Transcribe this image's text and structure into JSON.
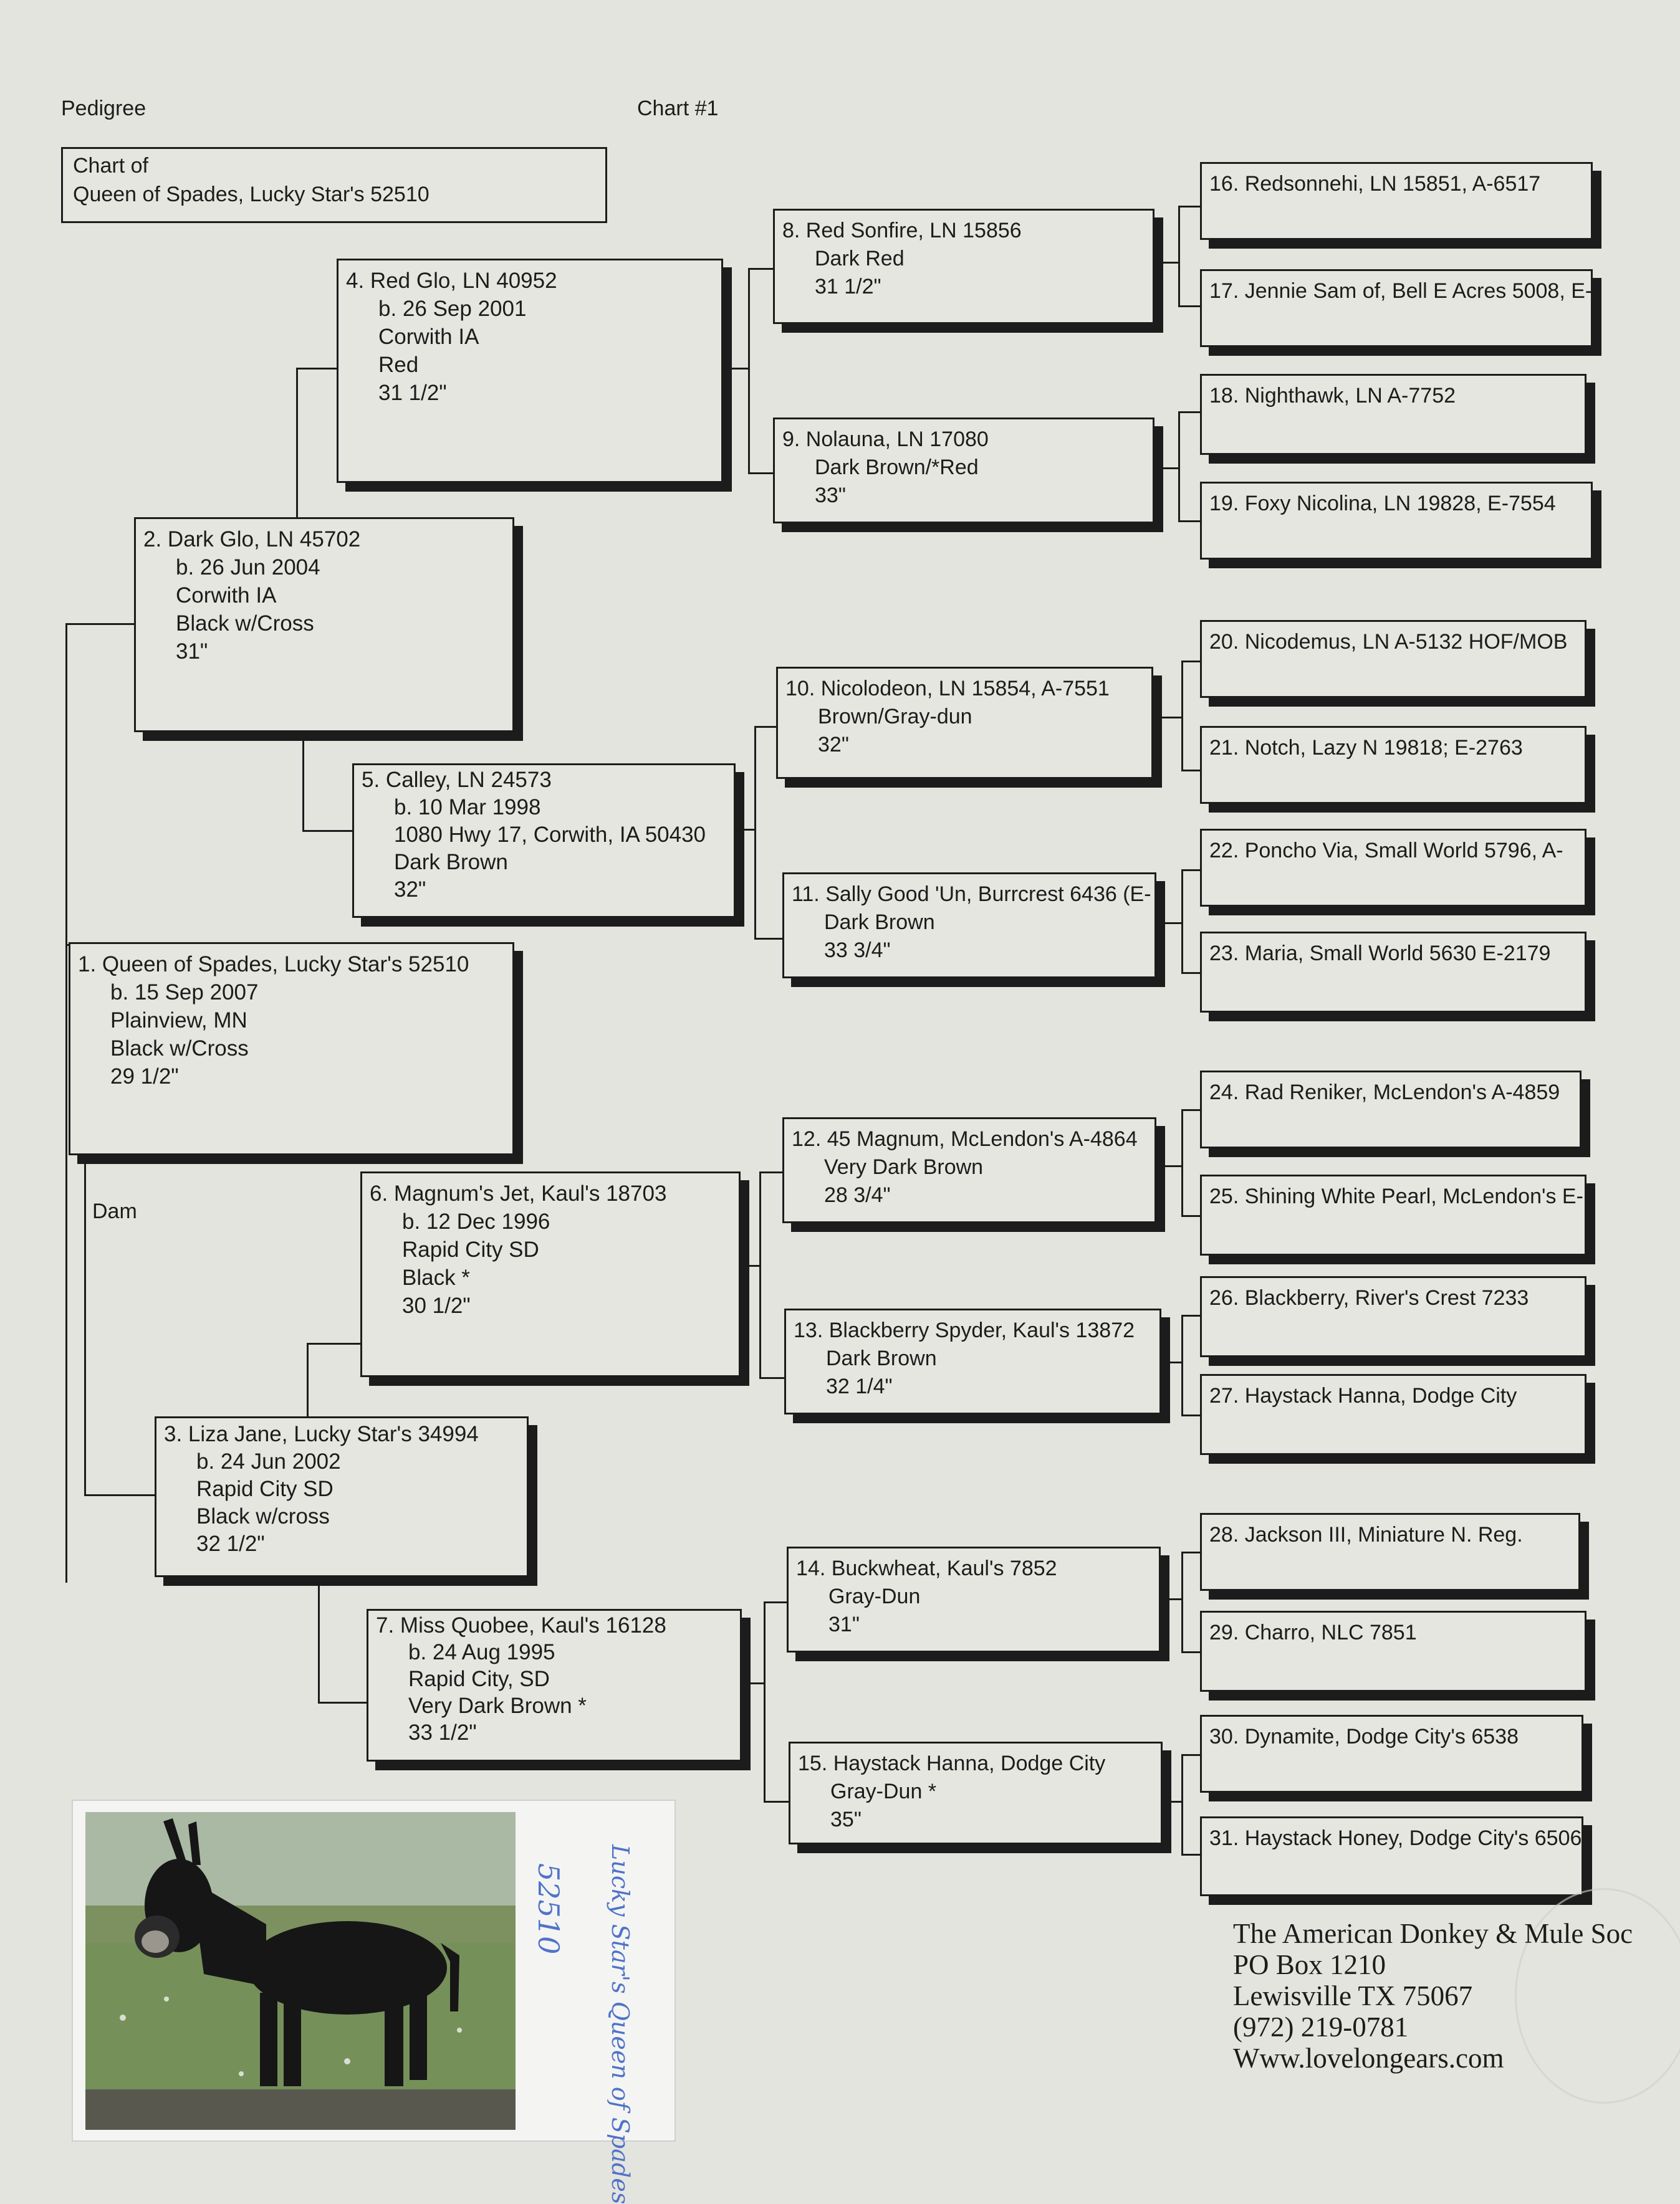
{
  "header": {
    "left": "Pedigree",
    "center": "Chart #1"
  },
  "chart_of": {
    "line1": "Chart of",
    "line2": "Queen of Spades, Lucky Star's 52510"
  },
  "dam_label": "Dam",
  "animals": {
    "a1": {
      "name": "1. Queen of Spades, Lucky Star's 52510",
      "lines": [
        "b. 15 Sep 2007",
        "Plainview, MN",
        "Black w/Cross",
        "29 1/2\""
      ]
    },
    "a2": {
      "name": "2. Dark Glo, LN 45702",
      "lines": [
        "b. 26 Jun 2004",
        "Corwith IA",
        "Black w/Cross",
        "31\""
      ]
    },
    "a3": {
      "name": "3. Liza Jane, Lucky Star's 34994",
      "lines": [
        "b. 24 Jun 2002",
        "Rapid City SD",
        "Black w/cross",
        "32 1/2\""
      ]
    },
    "a4": {
      "name": "4. Red Glo, LN 40952",
      "lines": [
        "b. 26 Sep 2001",
        "Corwith IA",
        "Red",
        "31 1/2\""
      ]
    },
    "a5": {
      "name": "5. Calley, LN 24573",
      "lines": [
        "b. 10 Mar 1998",
        "1080 Hwy 17, Corwith, IA 50430",
        "Dark Brown",
        "32\""
      ]
    },
    "a6": {
      "name": "6. Magnum's Jet, Kaul's 18703",
      "lines": [
        "b. 12 Dec 1996",
        "Rapid City SD",
        "Black *",
        "30 1/2\""
      ]
    },
    "a7": {
      "name": "7. Miss Quobee, Kaul's 16128",
      "lines": [
        "b. 24 Aug 1995",
        "Rapid City, SD",
        "Very Dark Brown *",
        "33 1/2\""
      ]
    },
    "a8": {
      "name": "8. Red Sonfire, LN 15856",
      "lines": [
        "Dark Red",
        "31 1/2\""
      ]
    },
    "a9": {
      "name": "9. Nolauna, LN 17080",
      "lines": [
        "Dark Brown/*Red",
        "33\""
      ]
    },
    "a10": {
      "name": "10. Nicolodeon, LN 15854, A-7551",
      "lines": [
        "Brown/Gray-dun",
        "32\""
      ]
    },
    "a11": {
      "name": "11. Sally Good 'Un, Burrcrest 6436 (E-",
      "lines": [
        "Dark Brown",
        "33 3/4\""
      ]
    },
    "a12": {
      "name": "12. 45 Magnum, McLendon's A-4864",
      "lines": [
        "Very Dark Brown",
        "28 3/4\""
      ]
    },
    "a13": {
      "name": "13. Blackberry Spyder, Kaul's 13872",
      "lines": [
        "Dark Brown",
        "32 1/4\""
      ]
    },
    "a14": {
      "name": "14. Buckwheat, Kaul's 7852",
      "lines": [
        "Gray-Dun",
        "31\""
      ]
    },
    "a15": {
      "name": "15. Haystack Hanna, Dodge City",
      "lines": [
        "Gray-Dun *",
        "35\""
      ]
    },
    "a16": {
      "name": "16. Redsonnehi, LN 15851, A-6517"
    },
    "a17": {
      "name": "17. Jennie Sam of, Bell E Acres 5008, E-"
    },
    "a18": {
      "name": "18. Nighthawk, LN A-7752"
    },
    "a19": {
      "name": "19. Foxy Nicolina, LN 19828, E-7554"
    },
    "a20": {
      "name": "20. Nicodemus, LN A-5132 HOF/MOB"
    },
    "a21": {
      "name": "21. Notch, Lazy N 19818; E-2763"
    },
    "a22": {
      "name": "22. Poncho Via, Small World 5796, A-"
    },
    "a23": {
      "name": "23. Maria, Small World 5630 E-2179"
    },
    "a24": {
      "name": "24. Rad Reniker, McLendon's A-4859"
    },
    "a25": {
      "name": "25. Shining White Pearl, McLendon's E-"
    },
    "a26": {
      "name": "26. Blackberry, River's Crest 7233"
    },
    "a27": {
      "name": "27. Haystack Hanna, Dodge City"
    },
    "a28": {
      "name": "28. Jackson III, Miniature N. Reg."
    },
    "a29": {
      "name": "29. Charro, NLC 7851"
    },
    "a30": {
      "name": "30. Dynamite, Dodge City's 6538"
    },
    "a31": {
      "name": "31. Haystack Honey, Dodge City's 6506"
    }
  },
  "photo": {
    "handwritten_number": "52510",
    "handwritten_name": "Lucky Star's Queen of Spades"
  },
  "footer": {
    "org": "The American Donkey & Mule Soc",
    "address": "PO Box 1210",
    "city": "Lewisville TX 75067",
    "phone": "(972) 219-0781",
    "web": "Www.lovelongears.com"
  }
}
